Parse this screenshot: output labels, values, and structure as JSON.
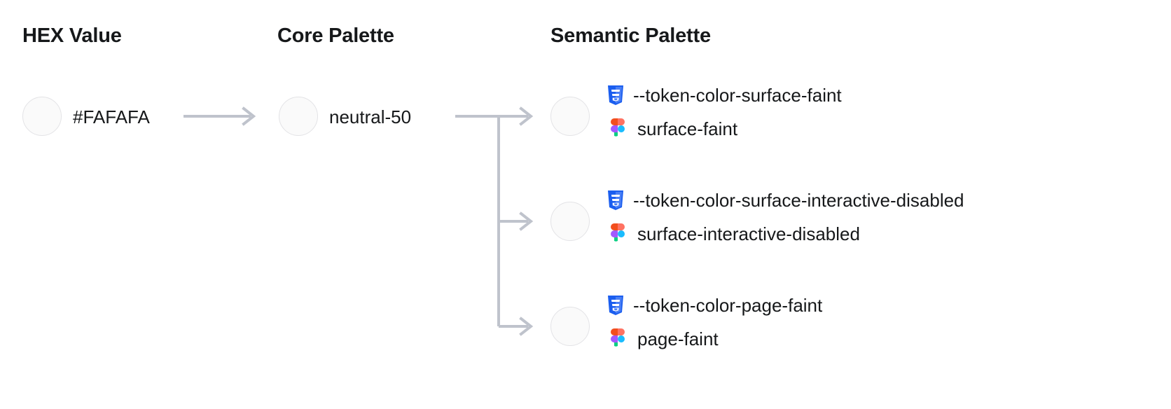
{
  "columns": {
    "hex": "HEX Value",
    "core": "Core Palette",
    "semantic": "Semantic Palette"
  },
  "hex_value": {
    "label": "#FAFAFA",
    "swatch_color": "#FAFAFA"
  },
  "core_value": {
    "label": "neutral-50",
    "swatch_color": "#FAFAFA"
  },
  "semantic_tokens": [
    {
      "css_token": "--token-color-surface-faint",
      "figma_token": "surface-faint",
      "swatch_color": "#FAFAFA",
      "css_icon": "css3-icon",
      "figma_icon": "figma-icon"
    },
    {
      "css_token": "--token-color-surface-interactive-disabled",
      "figma_token": "surface-interactive-disabled",
      "swatch_color": "#FAFAFA",
      "css_icon": "css3-icon",
      "figma_icon": "figma-icon"
    },
    {
      "css_token": "--token-color-page-faint",
      "figma_token": "page-faint",
      "swatch_color": "#FAFAFA",
      "css_icon": "css3-icon",
      "figma_icon": "figma-icon"
    }
  ],
  "theme": {
    "arrow_color": "#bfc3cc",
    "swatch_border": "#e3e3e6",
    "text_color": "#16181a",
    "background": "#ffffff",
    "css_blue": "#1B5EEF",
    "css_blue_light": "#4A7FF5",
    "figma_orange": "#F24E1E",
    "figma_red": "#FF7262",
    "figma_purple": "#A259FF",
    "figma_blue": "#1ABCFE",
    "figma_green": "#0ACF83"
  }
}
